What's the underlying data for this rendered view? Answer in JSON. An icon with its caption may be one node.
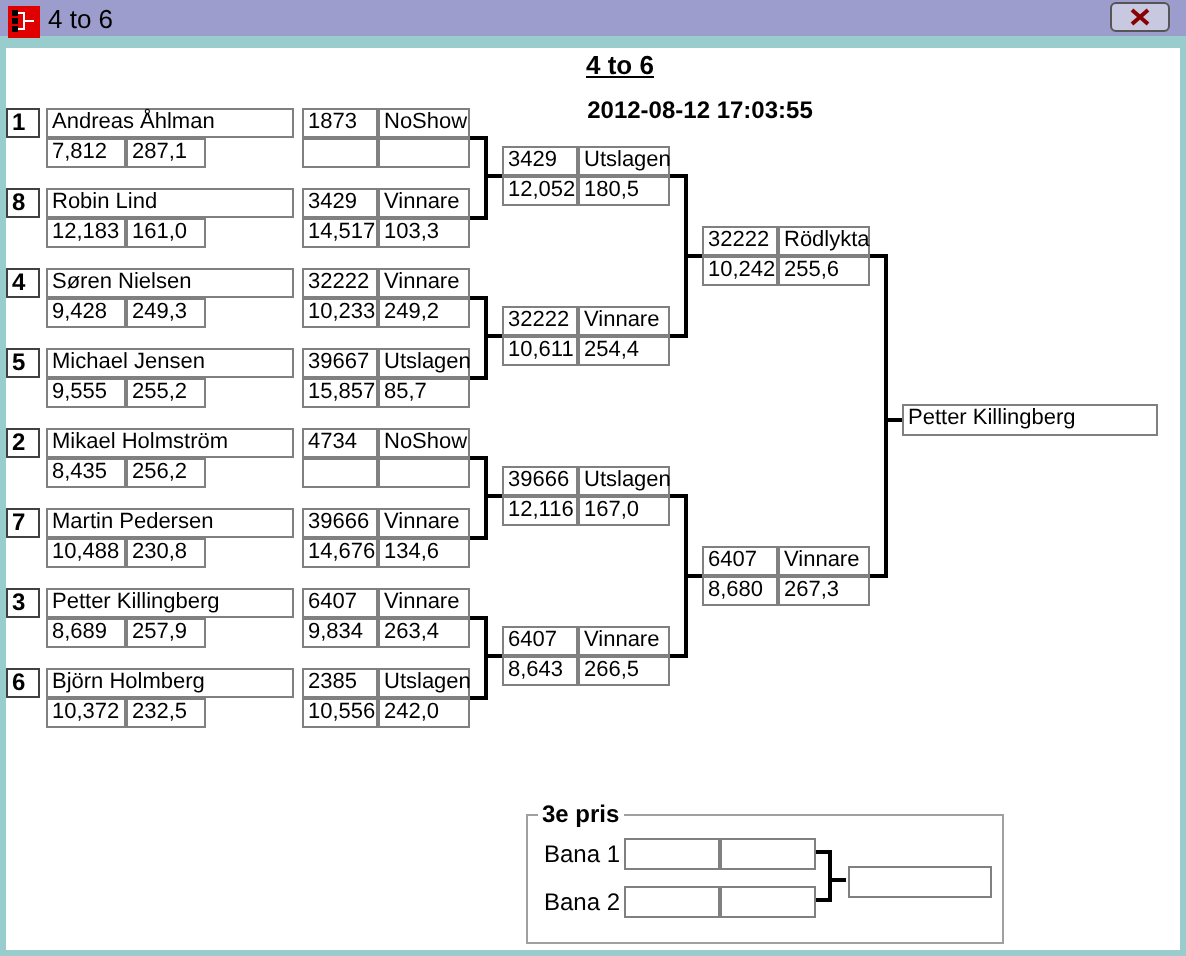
{
  "diagram": {
    "title": "4 to 6",
    "nodes": [
      {
        "text": [
          "1",
          "Andreas Åhlman",
          "7,812",
          "287,1"
        ]
      },
      {
        "text": [
          "1873",
          "NoShow"
        ]
      },
      {
        "text": [
          "8",
          "Robin Lind",
          "12,183",
          "161,0"
        ]
      },
      {
        "text": [
          "3429",
          "Vinnare",
          "14,517",
          "103,3"
        ]
      },
      {
        "text": [
          "4",
          "Søren Nielsen",
          "9,428",
          "249,3"
        ]
      },
      {
        "text": [
          "32222",
          "Vinnare",
          "10,233",
          "249,2"
        ]
      },
      {
        "text": [
          "5",
          "Michael Jensen",
          "9,555",
          "255,2"
        ]
      },
      {
        "text": [
          "39667",
          "Utslagen",
          "15,857",
          "85,7"
        ]
      },
      {
        "text": [
          "2",
          "Mikael Holmström",
          "8,435",
          "256,2"
        ]
      },
      {
        "text": [
          "4734",
          "NoShow"
        ]
      },
      {
        "text": [
          "7",
          "Martin Pedersen",
          "10,488",
          "230,8"
        ]
      },
      {
        "text": [
          "39666",
          "Vinnare",
          "14,676",
          "134,6"
        ]
      },
      {
        "text": [
          "3",
          "Petter Killingberg",
          "8,689",
          "257,9"
        ]
      },
      {
        "text": [
          "6407",
          "Vinnare",
          "9,834",
          "263,4"
        ]
      },
      {
        "text": [
          "6",
          "Björn Holmberg",
          "10,372",
          "232,5"
        ]
      },
      {
        "text": [
          "2385",
          "Utslagen",
          "10,556",
          "242,0"
        ]
      },
      {
        "text": [
          "3429",
          "Utslagen",
          "12,052",
          "180,5"
        ]
      },
      {
        "text": [
          "32222",
          "Vinnare",
          "10,611",
          "254,4"
        ]
      },
      {
        "text": [
          "39666",
          "Utslagen",
          "12,116",
          "167,0"
        ]
      },
      {
        "text": [
          "6407",
          "Vinnare",
          "8,643",
          "266,5"
        ]
      },
      {
        "text": [
          "32222",
          "Rödlykta",
          "10,242",
          "255,6"
        ]
      },
      {
        "text": [
          "6407",
          "Vinnare",
          "8,680",
          "267,3"
        ]
      },
      {
        "text": [
          "Petter Killingberg"
        ]
      },
      {
        "text": [
          "3e pris"
        ]
      },
      {
        "text": [],
        "shape": "box",
        "in": 23,
        "beside": [
          "Bana 1"
        ]
      },
      {
        "text": [],
        "shape": "box",
        "in": 23,
        "beside": [
          "Bana 2"
        ]
      },
      {
        "text": [],
        "shape": "box",
        "in": 23
      }
    ],
    "edges": [
      {
        "from": 1,
        "to": 16,
        "arrow": "none"
      },
      {
        "from": 3,
        "to": 16,
        "arrow": "none"
      },
      {
        "from": 5,
        "to": 17,
        "arrow": "none"
      },
      {
        "from": 7,
        "to": 17,
        "arrow": "none"
      },
      {
        "from": 9,
        "to": 18,
        "arrow": "none"
      },
      {
        "from": 11,
        "to": 18,
        "arrow": "none"
      },
      {
        "from": 13,
        "to": 19,
        "arrow": "none"
      },
      {
        "from": 15,
        "to": 19,
        "arrow": "none"
      },
      {
        "from": 16,
        "to": 20,
        "arrow": "none"
      },
      {
        "from": 17,
        "to": 20,
        "arrow": "none"
      },
      {
        "from": 18,
        "to": 21,
        "arrow": "none"
      },
      {
        "from": 19,
        "to": 21,
        "arrow": "none"
      },
      {
        "from": 20,
        "to": 22,
        "arrow": "none"
      },
      {
        "from": 21,
        "to": 22,
        "arrow": "none"
      },
      {
        "from": 24,
        "to": 26,
        "arrow": "none"
      },
      {
        "from": 25,
        "to": 26,
        "arrow": "none"
      }
    ],
    "labels": [
      "4 to 6",
      "2012-08-12 17:03:55"
    ]
  }
}
